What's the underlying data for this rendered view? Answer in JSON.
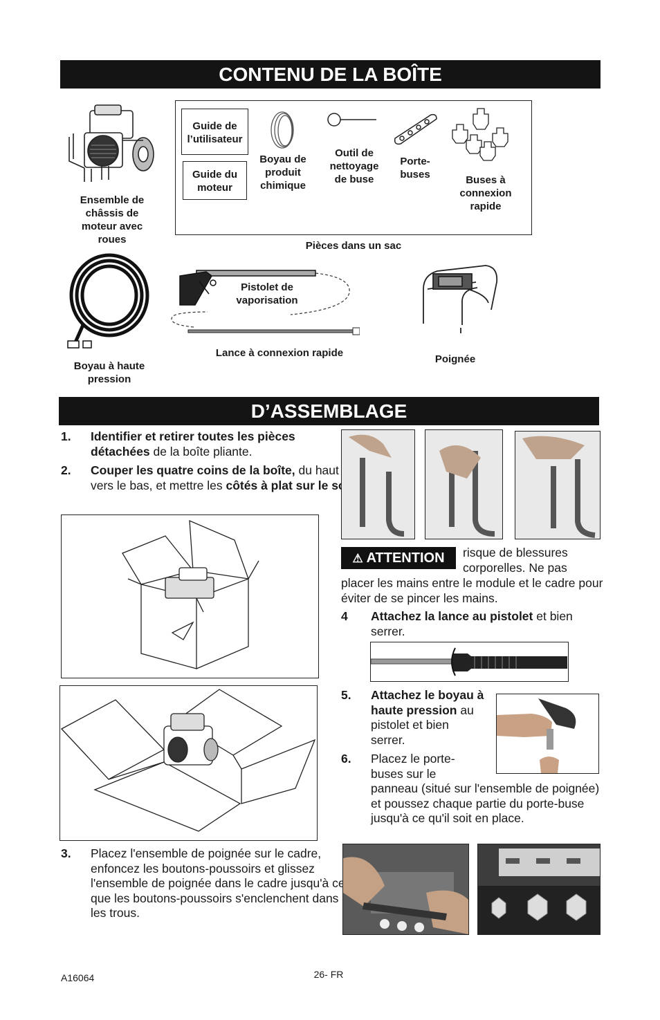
{
  "section1": {
    "title": "CONTENU DE LA BOÎTE",
    "items": {
      "engine_frame": "Ensemble de châssis de moteur avec roues",
      "user_guide": "Guide de l’utilisateur",
      "engine_guide": "Guide du moteur",
      "chemical_hose": "Boyau de produit chimique",
      "nozzle_tool": "Outil de nettoyage de buse",
      "nozzle_holder": "Porte-buses",
      "quick_nozzles": "Buses à connexion rapide",
      "bag_label": "Pièces dans un sac",
      "hp_hose": "Boyau à haute pression",
      "spray_gun": "Pistolet de vaporisation",
      "lance": "Lance à connexion rapide",
      "handle": "Poignée"
    }
  },
  "section2": {
    "title": "D’ASSEMBLAGE",
    "step1": {
      "num": "1.",
      "bold": "Identifier et retirer toutes les pièces détachées",
      "rest": " de la boîte pliante."
    },
    "step2": {
      "num": "2.",
      "bold1": "Couper les quatre coins de la boîte,",
      "mid": " du haut vers le bas, et mettre les ",
      "bold2": "côtés à plat sur le sol."
    },
    "step3": {
      "num": "3.",
      "text": "Placez l'ensemble de poignée sur le cadre, enfoncez les boutons-poussoirs et glissez l'ensemble de poignée dans le cadre jusqu'à ce que les boutons-poussoirs s'enclenchent dans les trous."
    },
    "attention": {
      "label": "ATTENTION",
      "line1": "risque de blessures",
      "line2": "corporelles. Ne pas",
      "rest": "placer les mains entre le module et le cadre pour éviter de se pincer les mains."
    },
    "step4": {
      "num": "4",
      "bold": "Attachez la lance au pistolet",
      "rest": " et bien serrer."
    },
    "step5": {
      "num": "5.",
      "bold": "Attachez le boyau à haute pression",
      "rest": " au pistolet et bien serrer."
    },
    "step6": {
      "num": "6.",
      "lead": "Placez le porte-buses sur le",
      "rest": "panneau (situé sur l'ensemble de poignée) et poussez chaque partie du porte-buse jusqu'à ce qu'il soit en place."
    }
  },
  "footer": {
    "code": "A16064",
    "page": "26- FR"
  }
}
